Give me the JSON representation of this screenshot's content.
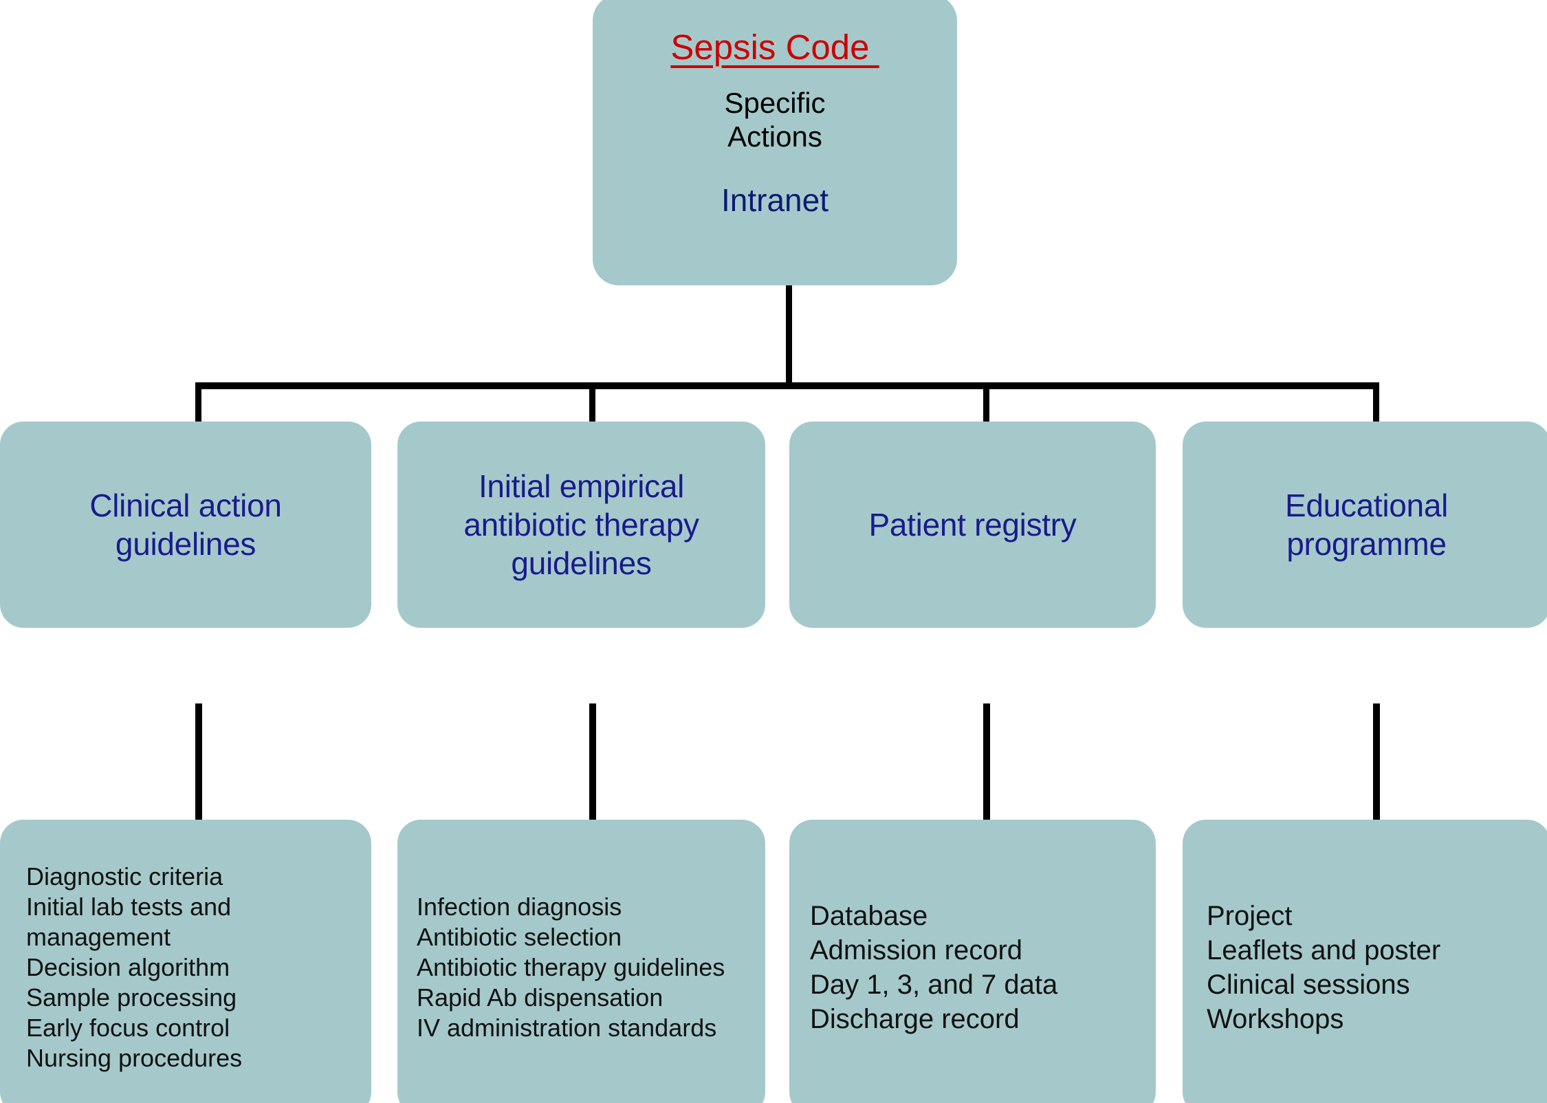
{
  "diagram": {
    "type": "organizational-flowchart",
    "orientation": "top-down",
    "levels": 3,
    "colors": {
      "node_fill": "#a5c9cb",
      "root_title": "#cc0000",
      "root_body": "#000000",
      "accent_blue": "#1a1a8c",
      "connector": "#000000",
      "background": "#ffffff"
    },
    "root": {
      "title": "Sepsis Code ",
      "subtitle_line1": "Specific",
      "subtitle_line2": "Actions",
      "platform": "Intranet"
    },
    "branches": [
      {
        "id": "clinical-action-guidelines",
        "label_line1": "Clinical action",
        "label_line2": "guidelines",
        "label_line3": "",
        "items": [
          "Diagnostic criteria",
          "Initial lab tests and management",
          "Decision algorithm",
          "Sample processing",
          "Early focus control",
          "Nursing procedures"
        ]
      },
      {
        "id": "initial-empirical-antibiotic-therapy-guidelines",
        "label_line1": "Initial empirical",
        "label_line2": "antibiotic therapy",
        "label_line3": "guidelines",
        "items": [
          "Infection diagnosis",
          "Antibiotic selection",
          "Antibiotic therapy guidelines",
          "Rapid Ab dispensation",
          "IV administration standards"
        ]
      },
      {
        "id": "patient-registry",
        "label_line1": "Patient registry",
        "label_line2": "",
        "label_line3": "",
        "items": [
          "Database",
          "Admission record",
          "Day 1, 3, and 7 data",
          "Discharge record"
        ]
      },
      {
        "id": "educational-programme",
        "label_line1": "Educational",
        "label_line2": "programme",
        "label_line3": "",
        "items": [
          "Project",
          "Leaflets and poster",
          "Clinical sessions",
          "Workshops"
        ]
      }
    ]
  }
}
